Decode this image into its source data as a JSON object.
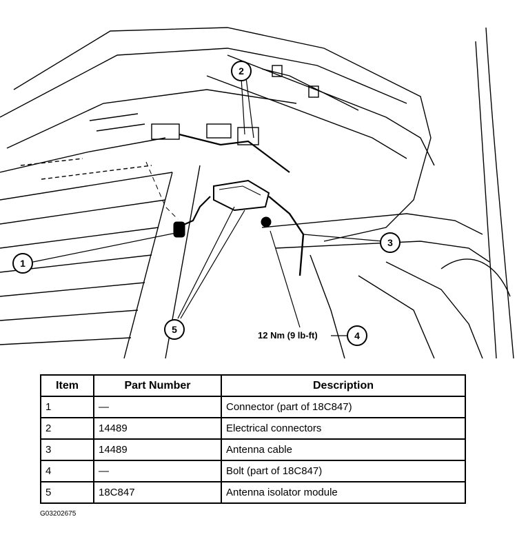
{
  "diagram": {
    "callouts": [
      {
        "label": "1"
      },
      {
        "label": "2"
      },
      {
        "label": "3"
      },
      {
        "label": "4"
      },
      {
        "label": "5"
      }
    ],
    "torque_spec": "12 Nm (9 lb-ft)"
  },
  "table": {
    "headers": [
      "Item",
      "Part Number",
      "Description"
    ],
    "rows": [
      [
        "1",
        "—",
        "Connector (part of 18C847)"
      ],
      [
        "2",
        "14489",
        "Electrical connectors"
      ],
      [
        "3",
        "14489",
        "Antenna cable"
      ],
      [
        "4",
        "—",
        "Bolt (part of 18C847)"
      ],
      [
        "5",
        "18C847",
        "Antenna isolator module"
      ]
    ]
  },
  "figure_code": "G03202675"
}
